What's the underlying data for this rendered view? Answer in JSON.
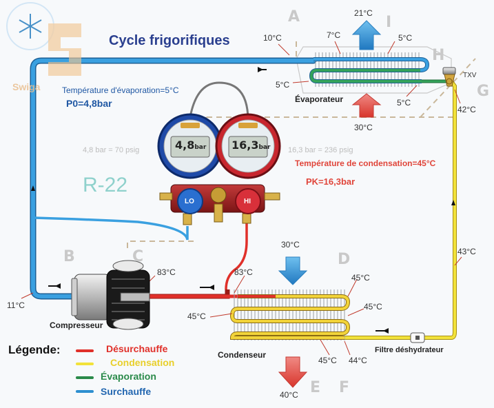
{
  "title": "Cycle frigorifiques",
  "watermark": "Swiga",
  "refrigerant": "R-22",
  "evaporation": {
    "temp_label": "Température d'évaporation=5°C",
    "pressure_label": "P0=4,8bar",
    "equivalence": "4,8 bar = 70 psig"
  },
  "condensation": {
    "temp_label": "Température de condensation=45°C",
    "pressure_label": "PK=16,3bar",
    "equivalence": "16,3 bar = 236 psig"
  },
  "gauges": {
    "low": {
      "value": "4,8",
      "unit": "bar",
      "knob": "LO"
    },
    "high": {
      "value": "16,3",
      "unit": "bar",
      "knob": "HI"
    }
  },
  "components": {
    "evaporator": "Évaporateur",
    "condenser": "Condenseur",
    "compressor": "Compresseur",
    "filter": "Filtre déshydrateur",
    "valve": "TXV"
  },
  "points": {
    "A": "A",
    "B": "B",
    "C": "C",
    "D": "D",
    "E": "E",
    "F": "F",
    "G": "G",
    "H": "H",
    "I": "I"
  },
  "temperatures": {
    "evap_air_out": "21°C",
    "evap_air_in": "30°C",
    "cond_air_in": "30°C",
    "cond_air_out": "40°C",
    "evap_outlet": "10°C",
    "evap_top": "7°C",
    "evap_right": "5°C",
    "evap_left": "5°C",
    "evap_bottom": "5°C",
    "txv_out": "42°C",
    "liquid_line": "43°C",
    "suction_in": "11°C",
    "discharge": "83°C",
    "cond_inlet": "83°C",
    "cond_r1": "45°C",
    "cond_r2": "45°C",
    "cond_left": "45°C",
    "cond_bottom1": "45°C",
    "cond_bottom2": "44°C"
  },
  "legend": {
    "title": "Légende:",
    "items": [
      {
        "label": "Désurchauffe",
        "color": "#e0302a"
      },
      {
        "label": "Condensation",
        "color": "#f2e23a"
      },
      {
        "label": "Évaporation",
        "color": "#2a8a4a"
      },
      {
        "label": "Surchauffe",
        "color": "#2d8fd0"
      }
    ]
  },
  "colors": {
    "suction": "#2d8fd0",
    "discharge": "#e0302a",
    "liquid": "#f2e23a",
    "evaporation": "#2a8a4a",
    "air_hot": "#e8554e",
    "air_cold": "#4aa3dc"
  }
}
